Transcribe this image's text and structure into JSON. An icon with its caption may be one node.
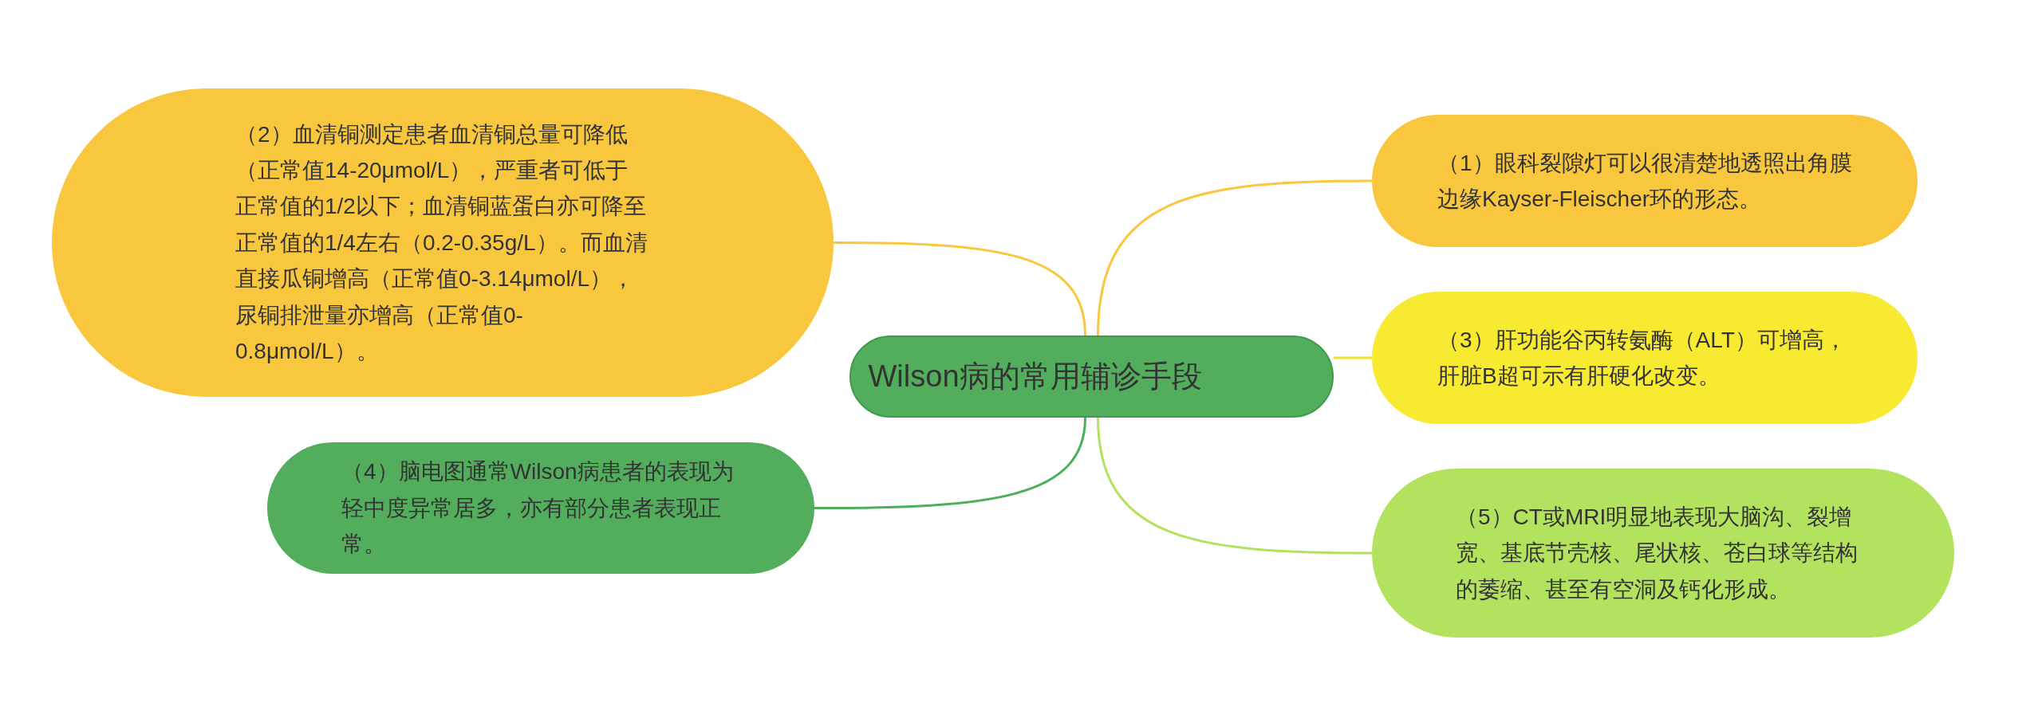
{
  "diagram": {
    "nodes": [
      {
        "text": [
          "Wilson病的常用辅诊手段"
        ]
      },
      {
        "text": [
          "（2）血清铜测定患者血清铜总量可降低（正常值14-20μmol/L），严重者可低于正常值的1/2以下；血清铜蓝蛋白亦可降至正常值的1/4左右（0.2-0.35g/L）。而血清直接瓜铜增高（正常值0-3.14μmol/L），尿铜排泄量亦增高（正常值0-0.8μmol/L）。"
        ]
      },
      {
        "text": [
          "（1）眼科裂隙灯可以很清楚地透照出角膜边缘Kayser-Fleischer环的形态。"
        ]
      },
      {
        "text": [
          "（3）肝功能谷丙转氨酶（ALT）可增高，肝脏B超可示有肝硬化改变。"
        ]
      },
      {
        "text": [
          "（4）脑电图通常Wilson病患者的表现为轻中度异常居多，亦有部分患者表现正常。"
        ]
      },
      {
        "text": [
          "（5）CT或MRI明显地表现大脑沟、裂增宽、基底节壳核、尾状核、苍白球等结构的萎缩、甚至有空洞及钙化形成。"
        ]
      }
    ],
    "edges": [
      {
        "from": 0,
        "to": 1,
        "arrow": "none",
        "color": "#f9c73d"
      },
      {
        "from": 0,
        "to": 2,
        "arrow": "none",
        "color": "#f9c73d"
      },
      {
        "from": 0,
        "to": 3,
        "arrow": "none",
        "color": "#f3e22c"
      },
      {
        "from": 0,
        "to": 4,
        "arrow": "none",
        "color": "#4caf5a"
      },
      {
        "from": 0,
        "to": 5,
        "arrow": "none",
        "color": "#b3e35e"
      }
    ]
  }
}
